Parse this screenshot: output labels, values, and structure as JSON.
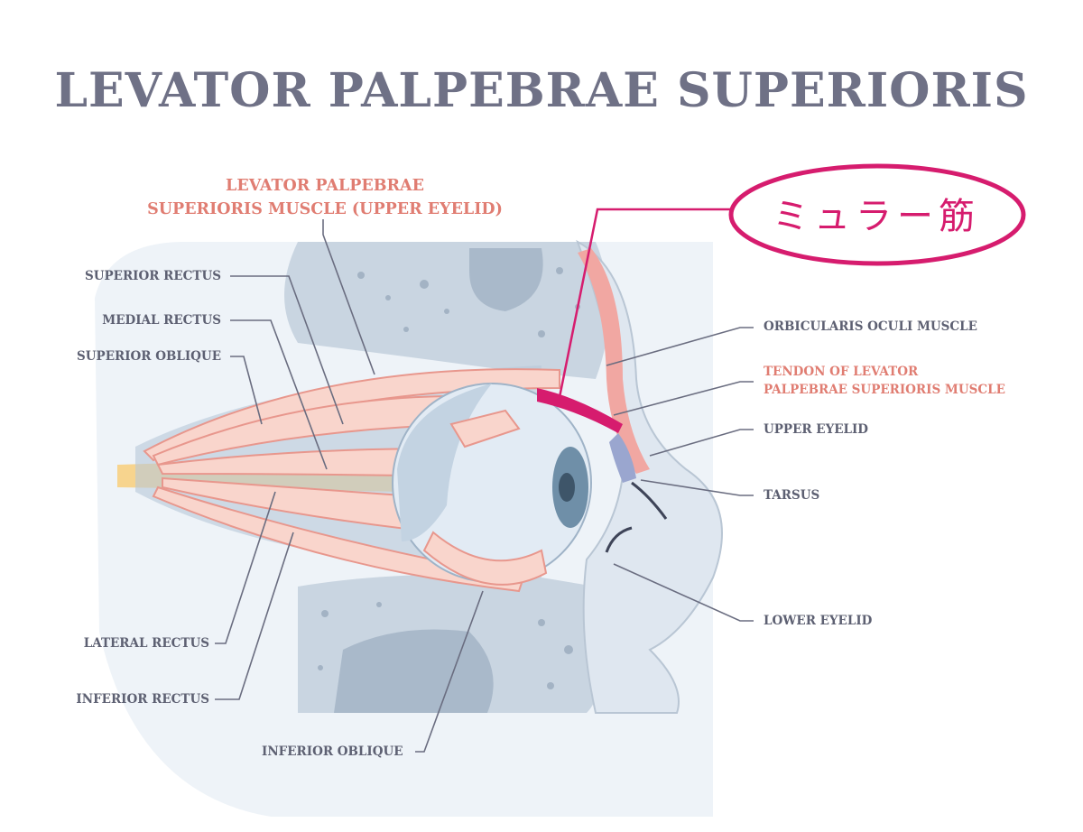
{
  "title": "LEVATOR PALPEBRAE SUPERIORIS",
  "labels": {
    "levator_line1": "LEVATOR PALPEBRAE",
    "levator_line2": "SUPERIORIS MUSCLE (UPPER EYELID)",
    "superior_rectus": "SUPERIOR RECTUS",
    "medial_rectus": "MEDIAL RECTUS",
    "superior_oblique": "SUPERIOR OBLIQUE",
    "lateral_rectus": "LATERAL RECTUS",
    "inferior_rectus": "INFERIOR RECTUS",
    "inferior_oblique": "INFERIOR OBLIQUE",
    "orbicularis_oculi": "ORBICULARIS OCULI MUSCLE",
    "tendon_line1": "TENDON OF LEVATOR",
    "tendon_line2": "PALPEBRAE SUPERIORIS MUSCLE",
    "upper_eyelid": "UPPER EYELID",
    "tarsus": "TARSUS",
    "lower_eyelid": "LOWER EYELID"
  },
  "annotation": "ミュラー筋",
  "colors": {
    "title": "#6f7186",
    "label": "#5d6072",
    "highlight_label": "#e07d72",
    "annotation": "#d61c6e",
    "muscle": "#f9d5cc",
    "muscle_outline": "#e8978d",
    "bone": "#c8d3df",
    "tissue": "#e4ecf4"
  }
}
